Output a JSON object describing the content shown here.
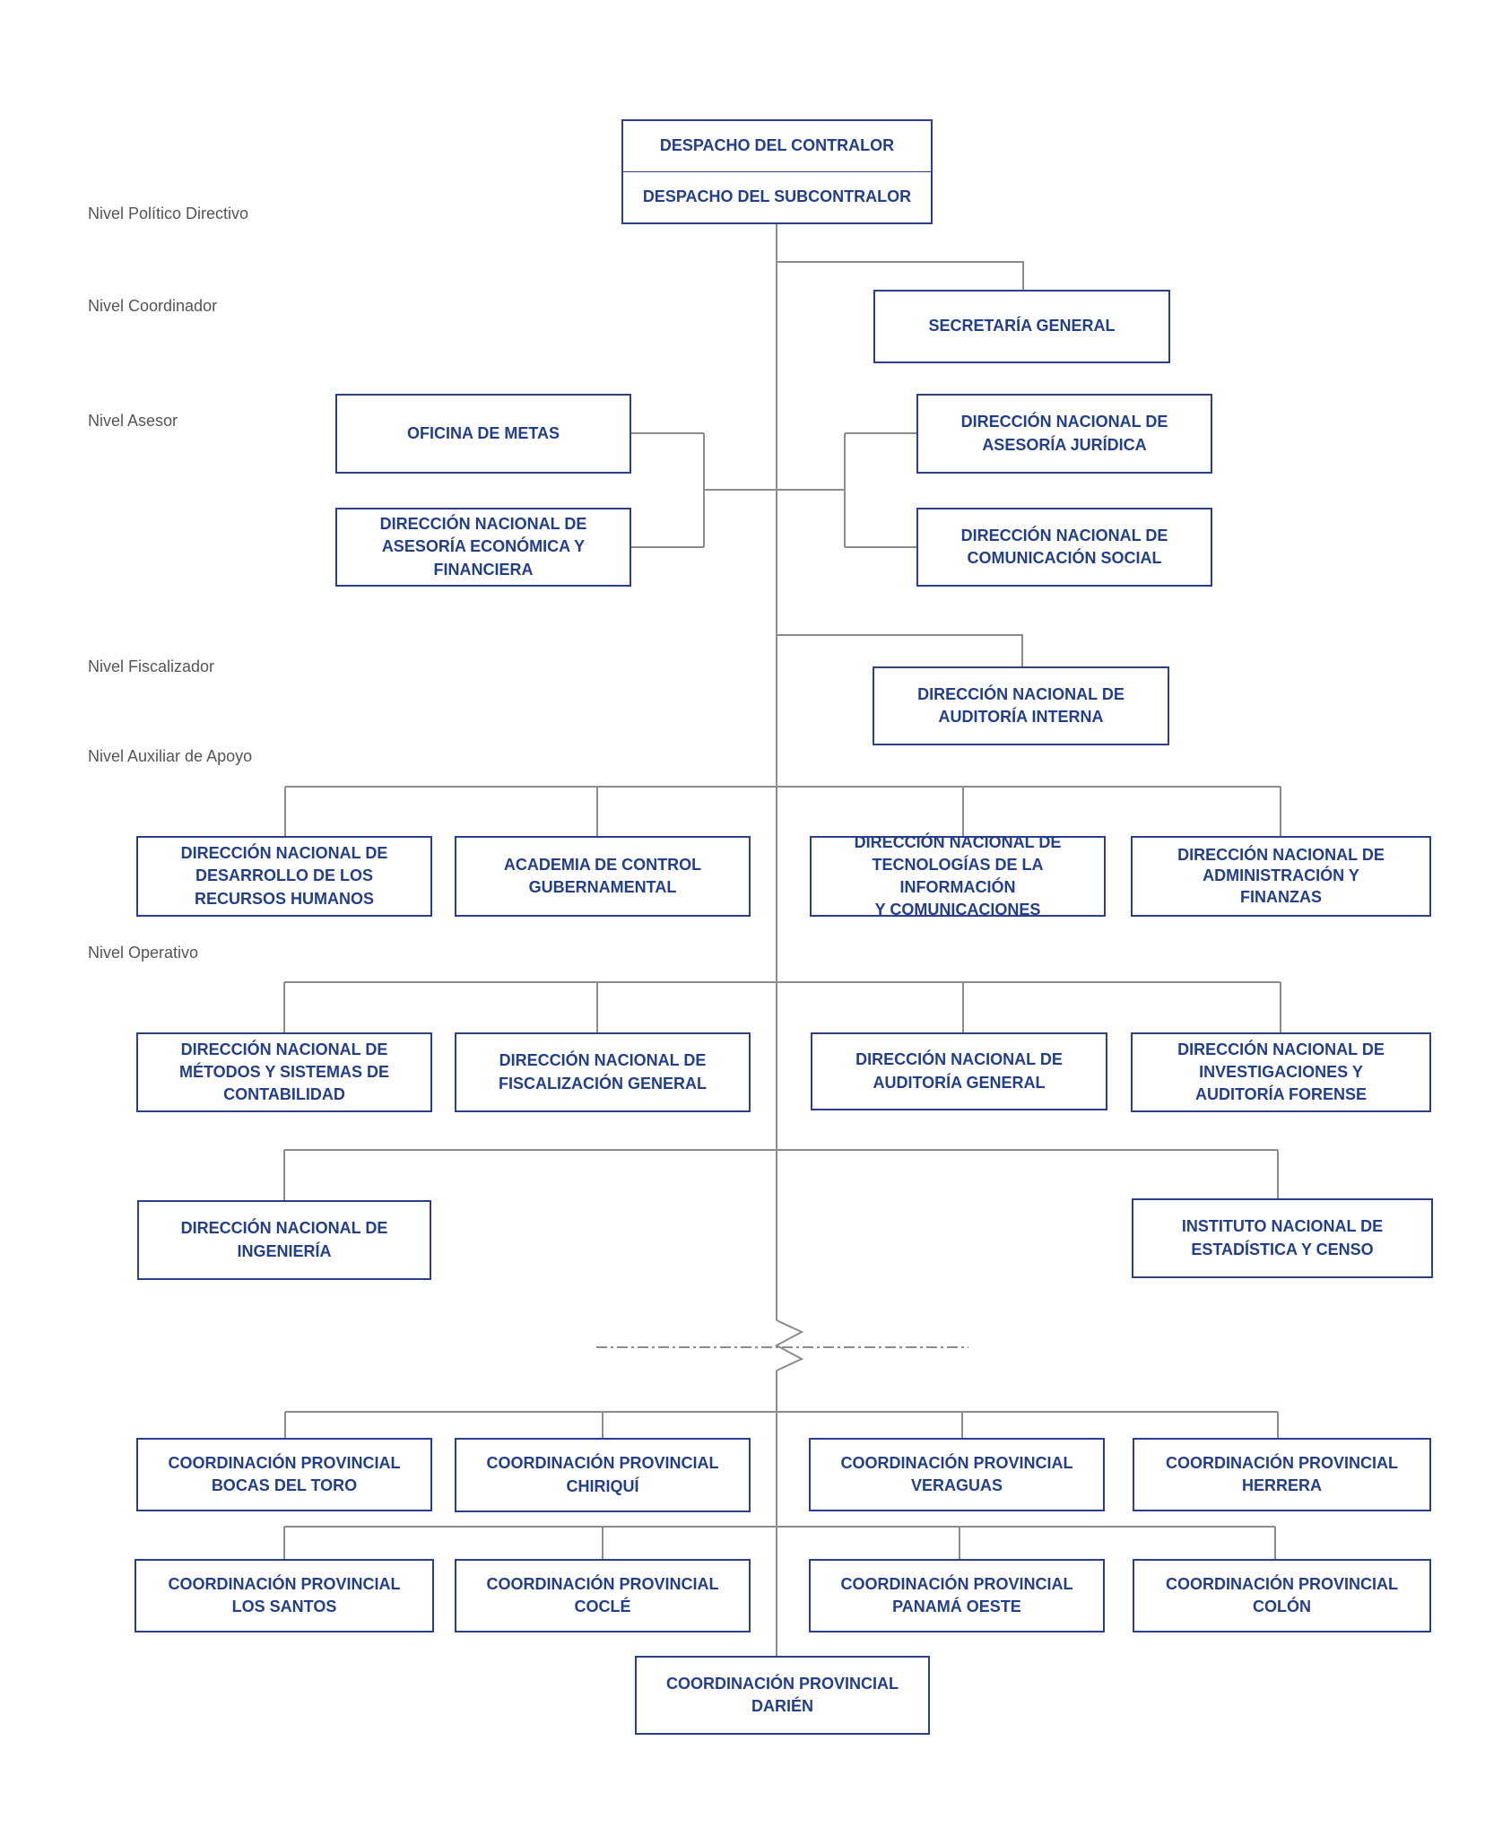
{
  "colors": {
    "box_border": "#2b3f8c",
    "box_text": "#233e8b",
    "connector": "#8c8c8c",
    "level_text": "#555555"
  },
  "levels": {
    "politico": "Nivel Político Directivo",
    "coordinador": "Nivel Coordinador",
    "asesor": "Nivel Asesor",
    "fiscalizador": "Nivel Fiscalizador",
    "auxiliar": "Nivel Auxiliar de Apoyo",
    "operativo": "Nivel Operativo"
  },
  "units": {
    "contralor": "DESPACHO DEL CONTRALOR",
    "subcontralor": "DESPACHO DEL SUBCONTRALOR",
    "secretaria": "SECRETARÍA GENERAL",
    "metas": "OFICINA DE METAS",
    "economica": "DIRECCIÓN NACIONAL DE\nASESORÍA ECONÓMICA Y\nFINANCIERA",
    "juridica": "DIRECCIÓN NACIONAL DE\nASESORÍA JURÍDICA",
    "comunicacion": "DIRECCIÓN NACIONAL DE\nCOMUNICACIÓN SOCIAL",
    "auditoria_interna": "DIRECCIÓN NACIONAL DE\nAUDITORÍA INTERNA",
    "rrhh": "DIRECCIÓN NACIONAL DE\nDESARROLLO DE LOS\nRECURSOS HUMANOS",
    "academia": "ACADEMIA DE CONTROL\nGUBERNAMENTAL",
    "tic": "DIRECCIÓN NACIONAL DE\nTECNOLOGÍAS DE LA INFORMACIÓN\nY COMUNICACIONES",
    "administracion": "DIRECCIÓN NACIONAL DE\nADMINISTRACIÓN Y\nFINANZAS",
    "metodos": "DIRECCIÓN NACIONAL DE\nMÉTODOS Y SISTEMAS DE\nCONTABILIDAD",
    "fiscalizacion": "DIRECCIÓN NACIONAL DE\nFISCALIZACIÓN GENERAL",
    "auditoria_general": "DIRECCIÓN NACIONAL DE\nAUDITORÍA GENERAL",
    "forense": "DIRECCIÓN NACIONAL DE\nINVESTIGACIONES Y\nAUDITORÍA FORENSE",
    "ingenieria": "DIRECCIÓN NACIONAL DE\nINGENIERÍA",
    "inec": "INSTITUTO NACIONAL DE\nESTADÍSTICA Y CENSO",
    "bocas": "COORDINACIÓN PROVINCIAL\nBOCAS DEL TORO",
    "chiriqui": "COORDINACIÓN PROVINCIAL\nCHIRIQUÍ",
    "veraguas": "COORDINACIÓN PROVINCIAL\nVERAGUAS",
    "herrera": "COORDINACIÓN PROVINCIAL\nHERRERA",
    "santos": "COORDINACIÓN PROVINCIAL\nLOS SANTOS",
    "cocle": "COORDINACIÓN PROVINCIAL\nCOCLÉ",
    "panama_oeste": "COORDINACIÓN PROVINCIAL\nPANAMÁ OESTE",
    "colon": "COORDINACIÓN PROVINCIAL\nCOLÓN",
    "darien": "COORDINACIÓN PROVINCIAL\nDARIÉN"
  }
}
